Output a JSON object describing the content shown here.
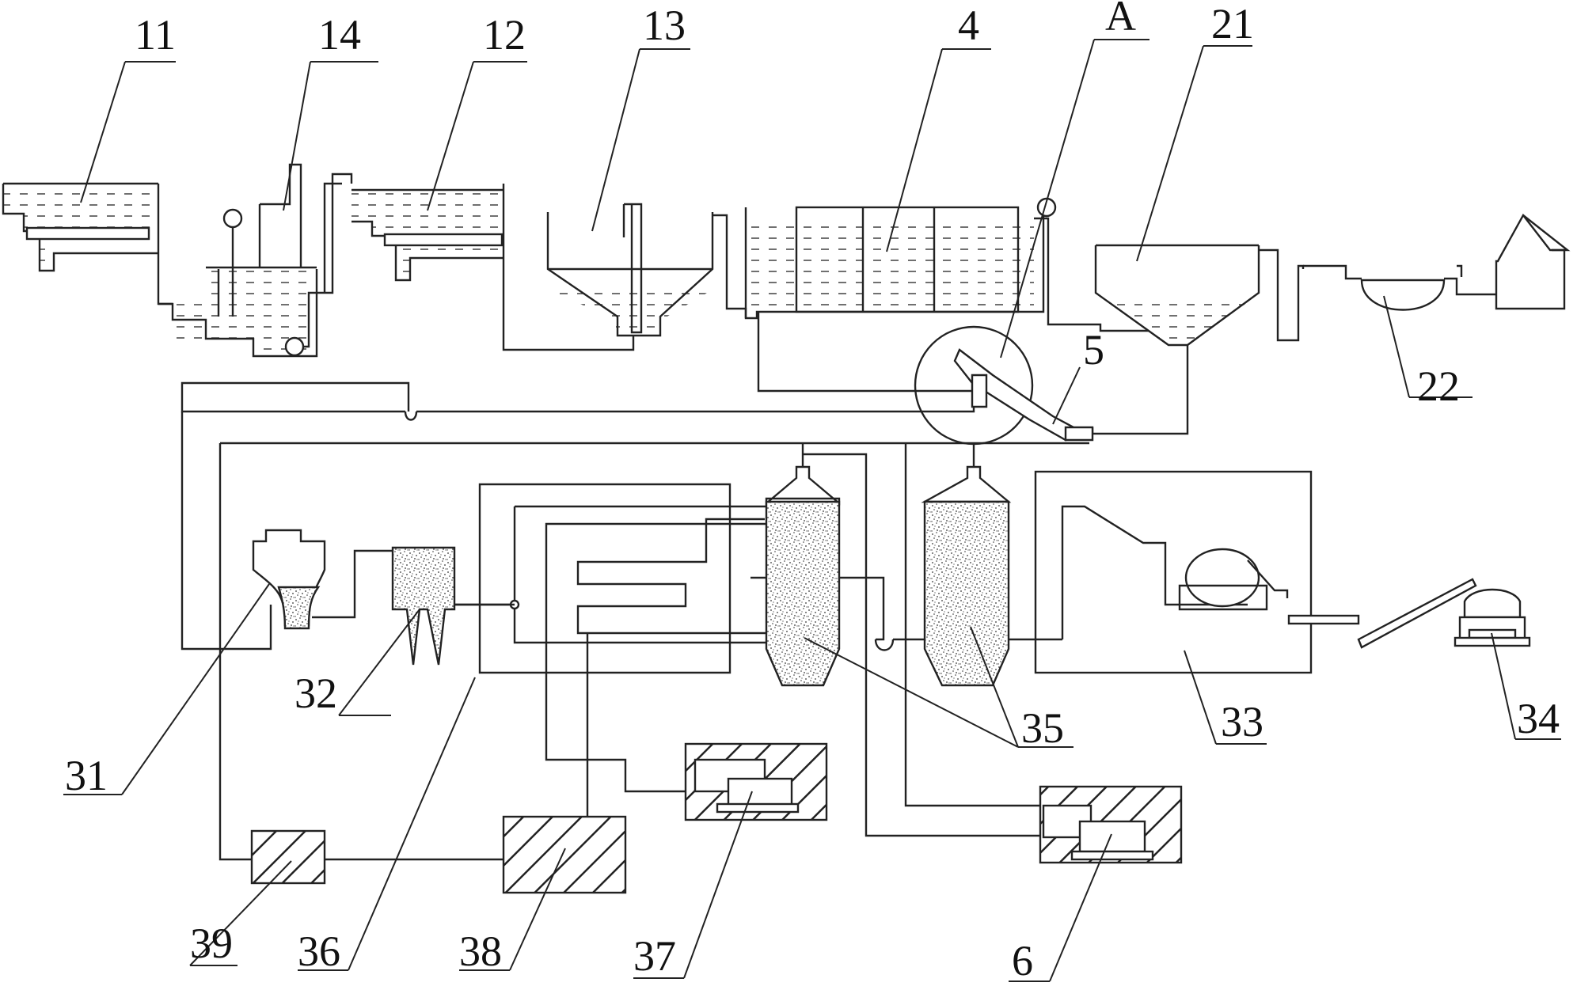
{
  "labels": {
    "l11": "11",
    "l14": "14",
    "l12": "12",
    "l13": "13",
    "l4": "4",
    "lA": "A",
    "l21": "21",
    "l5": "5",
    "l22": "22",
    "l31": "31",
    "l32": "32",
    "l35": "35",
    "l33": "33",
    "l34": "34",
    "l39": "39",
    "l36": "36",
    "l38": "38",
    "l37": "37",
    "l6": "6"
  }
}
